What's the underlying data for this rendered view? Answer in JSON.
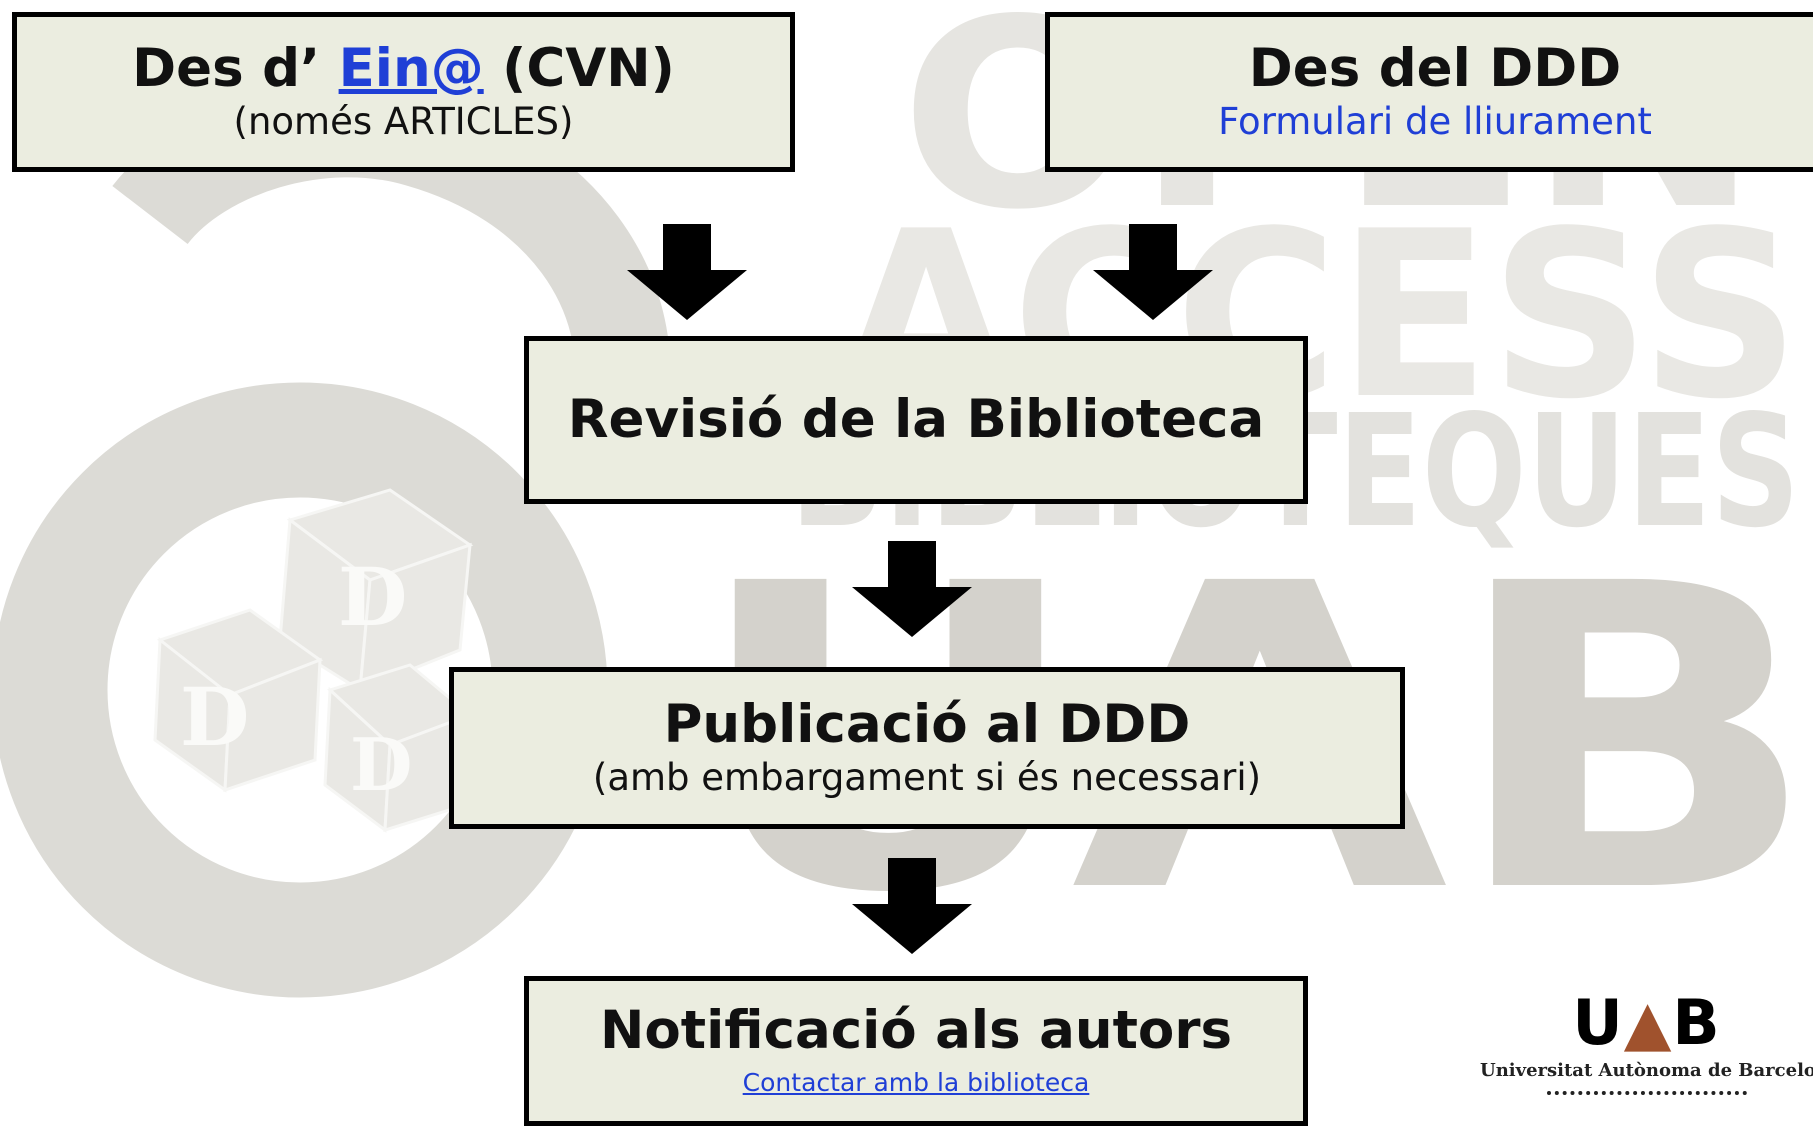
{
  "watermark": {
    "lines": [
      "OPEN",
      "ACCESS",
      "BIBLIOTEQUES",
      "UAB"
    ],
    "cube_letters": [
      "D",
      "D",
      "D"
    ]
  },
  "boxes": {
    "from_eina": {
      "prefix": "Des d’ ",
      "link": "Ein@",
      "suffix": " (CVN)",
      "subtitle": "(només ARTICLES)"
    },
    "from_ddd": {
      "title": "Des del DDD",
      "subtitle": "Formulari de lliurament"
    },
    "review": {
      "title": "Revisió de la Biblioteca"
    },
    "publication": {
      "title": "Publicació al DDD",
      "subtitle": "(amb embargament si és necessari)"
    },
    "notification": {
      "title": "Notificació als autors",
      "link": "Contactar amb la biblioteca"
    }
  },
  "logo": {
    "wordmark": "UAB",
    "name": "Universitat Autònoma de Barcelona"
  },
  "colors": {
    "box_fill": "#ebede0",
    "box_border": "#000000",
    "link": "#1f3fd6",
    "watermark": "#d7d5d0",
    "logo_accent": "#a0522d"
  }
}
